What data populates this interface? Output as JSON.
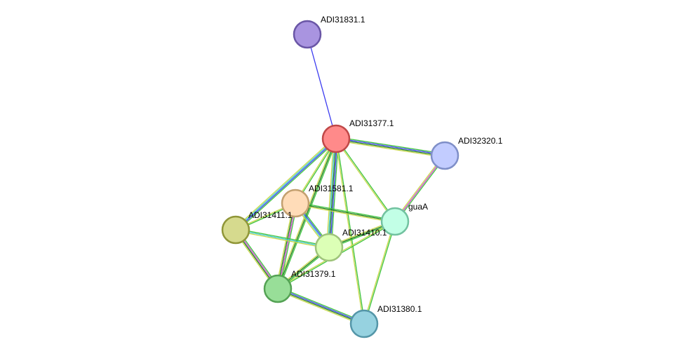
{
  "nodes": [
    {
      "id": "ADI31831",
      "label": "ADI31831.1",
      "fill": "#a994e0",
      "stroke": "#6a56a6"
    },
    {
      "id": "ADI31377",
      "label": "ADI31377.1",
      "fill": "#ff8a8a",
      "stroke": "#c04848"
    },
    {
      "id": "ADI32320",
      "label": "ADI32320.1",
      "fill": "#c2ccff",
      "stroke": "#7f8fc8"
    },
    {
      "id": "ADI31581",
      "label": "ADI31581.1",
      "fill": "#ffdcb8",
      "stroke": "#c3a070"
    },
    {
      "id": "guaA",
      "label": "guaA",
      "fill": "#c2ffe6",
      "stroke": "#72c2a0"
    },
    {
      "id": "ADI31411",
      "label": "ADI31411.1",
      "fill": "#d6da8e",
      "stroke": "#909638"
    },
    {
      "id": "ADI31410",
      "label": "ADI31410.1",
      "fill": "#dcffb6",
      "stroke": "#9ec47a"
    },
    {
      "id": "ADI31379",
      "label": "ADI31379.1",
      "fill": "#98de98",
      "stroke": "#54a254"
    },
    {
      "id": "ADI31380",
      "label": "ADI31380.1",
      "fill": "#96d2e0",
      "stroke": "#5496a8"
    }
  ],
  "edges": [
    {
      "source": "ADI31831",
      "target": "ADI31377",
      "colors": [
        "#3b3bf0"
      ]
    },
    {
      "source": "ADI31377",
      "target": "ADI32320",
      "colors": [
        "#3ec43e",
        "#3b3bf0",
        "#1a7a1a",
        "#c8d84a"
      ]
    },
    {
      "source": "ADI31377",
      "target": "guaA",
      "colors": [
        "#3ec43e",
        "#c8d84a"
      ]
    },
    {
      "source": "ADI31377",
      "target": "ADI31581",
      "colors": [
        "#3ec43e",
        "#c8d84a"
      ]
    },
    {
      "source": "ADI31377",
      "target": "ADI31411",
      "colors": [
        "#3ec43e",
        "#3b3bf0",
        "#3cc8c8",
        "#c8d84a"
      ]
    },
    {
      "source": "ADI31377",
      "target": "ADI31410",
      "colors": [
        "#3ec43e",
        "#3b3bf0",
        "#1a7a1a",
        "#3cc8c8",
        "#c8d84a"
      ]
    },
    {
      "source": "ADI31377",
      "target": "ADI31379",
      "colors": [
        "#3ec43e",
        "#1a7a1a",
        "#c8d84a"
      ]
    },
    {
      "source": "ADI31377",
      "target": "ADI31380",
      "colors": [
        "#3ec43e",
        "#c8d84a"
      ]
    },
    {
      "source": "ADI32320",
      "target": "guaA",
      "colors": [
        "#3ec43e",
        "#d040d0",
        "#c8d84a"
      ]
    },
    {
      "source": "ADI31581",
      "target": "guaA",
      "colors": [
        "#3ec43e",
        "#1a7a1a",
        "#c8d84a"
      ]
    },
    {
      "source": "ADI31581",
      "target": "ADI31411",
      "colors": [
        "#3ec43e",
        "#c8d84a"
      ]
    },
    {
      "source": "ADI31581",
      "target": "ADI31410",
      "colors": [
        "#3ec43e",
        "#3b3bf0",
        "#3cc8c8",
        "#c8d84a"
      ]
    },
    {
      "source": "ADI31581",
      "target": "ADI31379",
      "colors": [
        "#3ec43e",
        "#d040d0",
        "#1a7a1a",
        "#c8d84a"
      ]
    },
    {
      "source": "guaA",
      "target": "ADI31410",
      "colors": [
        "#3ec43e",
        "#1a7a1a",
        "#c8d84a"
      ]
    },
    {
      "source": "guaA",
      "target": "ADI31379",
      "colors": [
        "#3ec43e",
        "#c8d84a"
      ]
    },
    {
      "source": "guaA",
      "target": "ADI31380",
      "colors": [
        "#3ec43e",
        "#c8d84a"
      ]
    },
    {
      "source": "ADI31411",
      "target": "ADI31410",
      "colors": [
        "#3ec43e",
        "#3cc8c8",
        "#c8d84a"
      ]
    },
    {
      "source": "ADI31411",
      "target": "ADI31379",
      "colors": [
        "#3ec43e",
        "#d040d0",
        "#1a7a1a",
        "#c8d84a"
      ]
    },
    {
      "source": "ADI31410",
      "target": "ADI31379",
      "colors": [
        "#3ec43e",
        "#1a7a1a",
        "#c8d84a"
      ]
    },
    {
      "source": "ADI31379",
      "target": "ADI31380",
      "colors": [
        "#3ec43e",
        "#3b3bf0",
        "#1a7a1a",
        "#c8d84a"
      ]
    }
  ]
}
